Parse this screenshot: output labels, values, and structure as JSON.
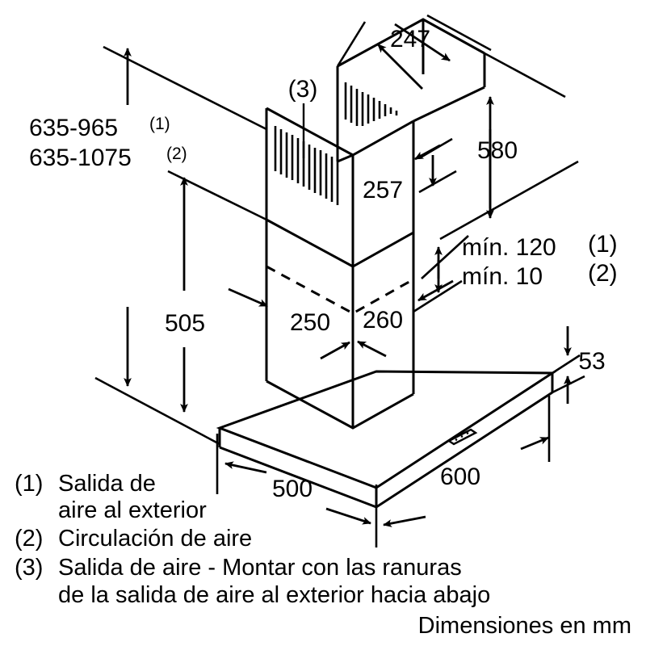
{
  "drawing": {
    "title": "Dibujo tecnico campana extractora - dimensiones",
    "units_note": "Dimensiones en mm",
    "line_color": "#000000",
    "background_color": "#ffffff"
  },
  "dimensions": {
    "height_range_1": {
      "value": "635-965",
      "note": "(1)"
    },
    "height_range_2": {
      "value": "635-1075",
      "note": "(2)"
    },
    "chimney_depth_top": "247",
    "chimney_height_total": "580",
    "chimney_face_height": "257",
    "lower_chimney_height": "505",
    "chimney_width_lower": "250",
    "chimney_depth_lower": "260",
    "min_clearance_1": {
      "value": "mín. 120",
      "note": "(1)"
    },
    "min_clearance_2": {
      "value": "mín. 10",
      "note": "(2)"
    },
    "canopy_thickness": "53",
    "canopy_depth": "500",
    "canopy_width": "600"
  },
  "callouts": {
    "grille_marker": "(3)"
  },
  "legend": {
    "items": [
      {
        "marker": "(1)",
        "line1": "Salida de",
        "line2": "aire al exterior"
      },
      {
        "marker": "(2)",
        "line1": "Circulación de aire",
        "line2": ""
      },
      {
        "marker": "(3)",
        "line1": "Salida de aire - Montar con las ranuras",
        "line2": "de la salida de aire al exterior hacia abajo"
      }
    ]
  }
}
